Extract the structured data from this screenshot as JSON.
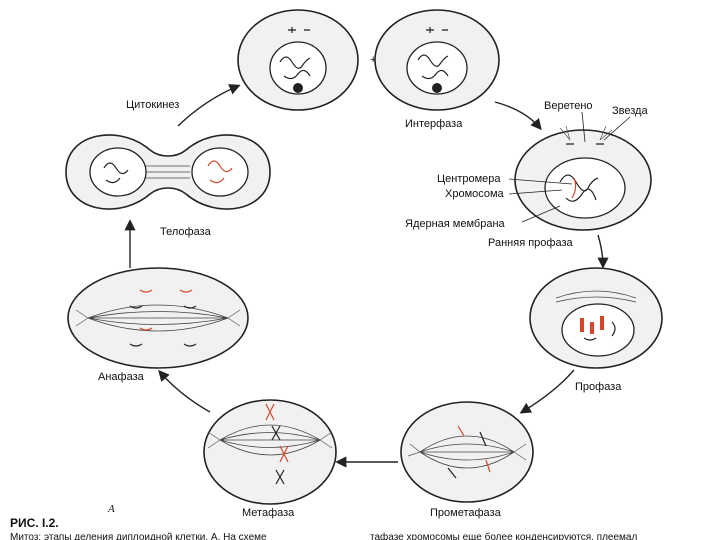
{
  "labels": {
    "cytokinesis": "Цитокинез",
    "interphase": "Интерфаза",
    "spindle": "Веретено",
    "star": "Звезда",
    "centromere": "Центромера",
    "chromosome": "Хромосома",
    "nuclear_membrane": "Ядерная мембрана",
    "early_prophase": "Ранняя профаза",
    "telophase": "Телофаза",
    "prophase": "Профаза",
    "anaphase": "Анафаза",
    "metaphase": "Метафаза",
    "prometaphase": "Прометафаза"
  },
  "caption": {
    "title": "РИС. I.2.",
    "letter": "А",
    "text_left": "Митоз: этапы деления диплоидной клетки. А. На схеме",
    "text_right": "тафазе хромосомы еще более конденсируются, плеемал"
  },
  "colors": {
    "chromosome_highlight": "#d6472a",
    "cell_fill": "#f1f1f1",
    "ink": "#222222"
  }
}
